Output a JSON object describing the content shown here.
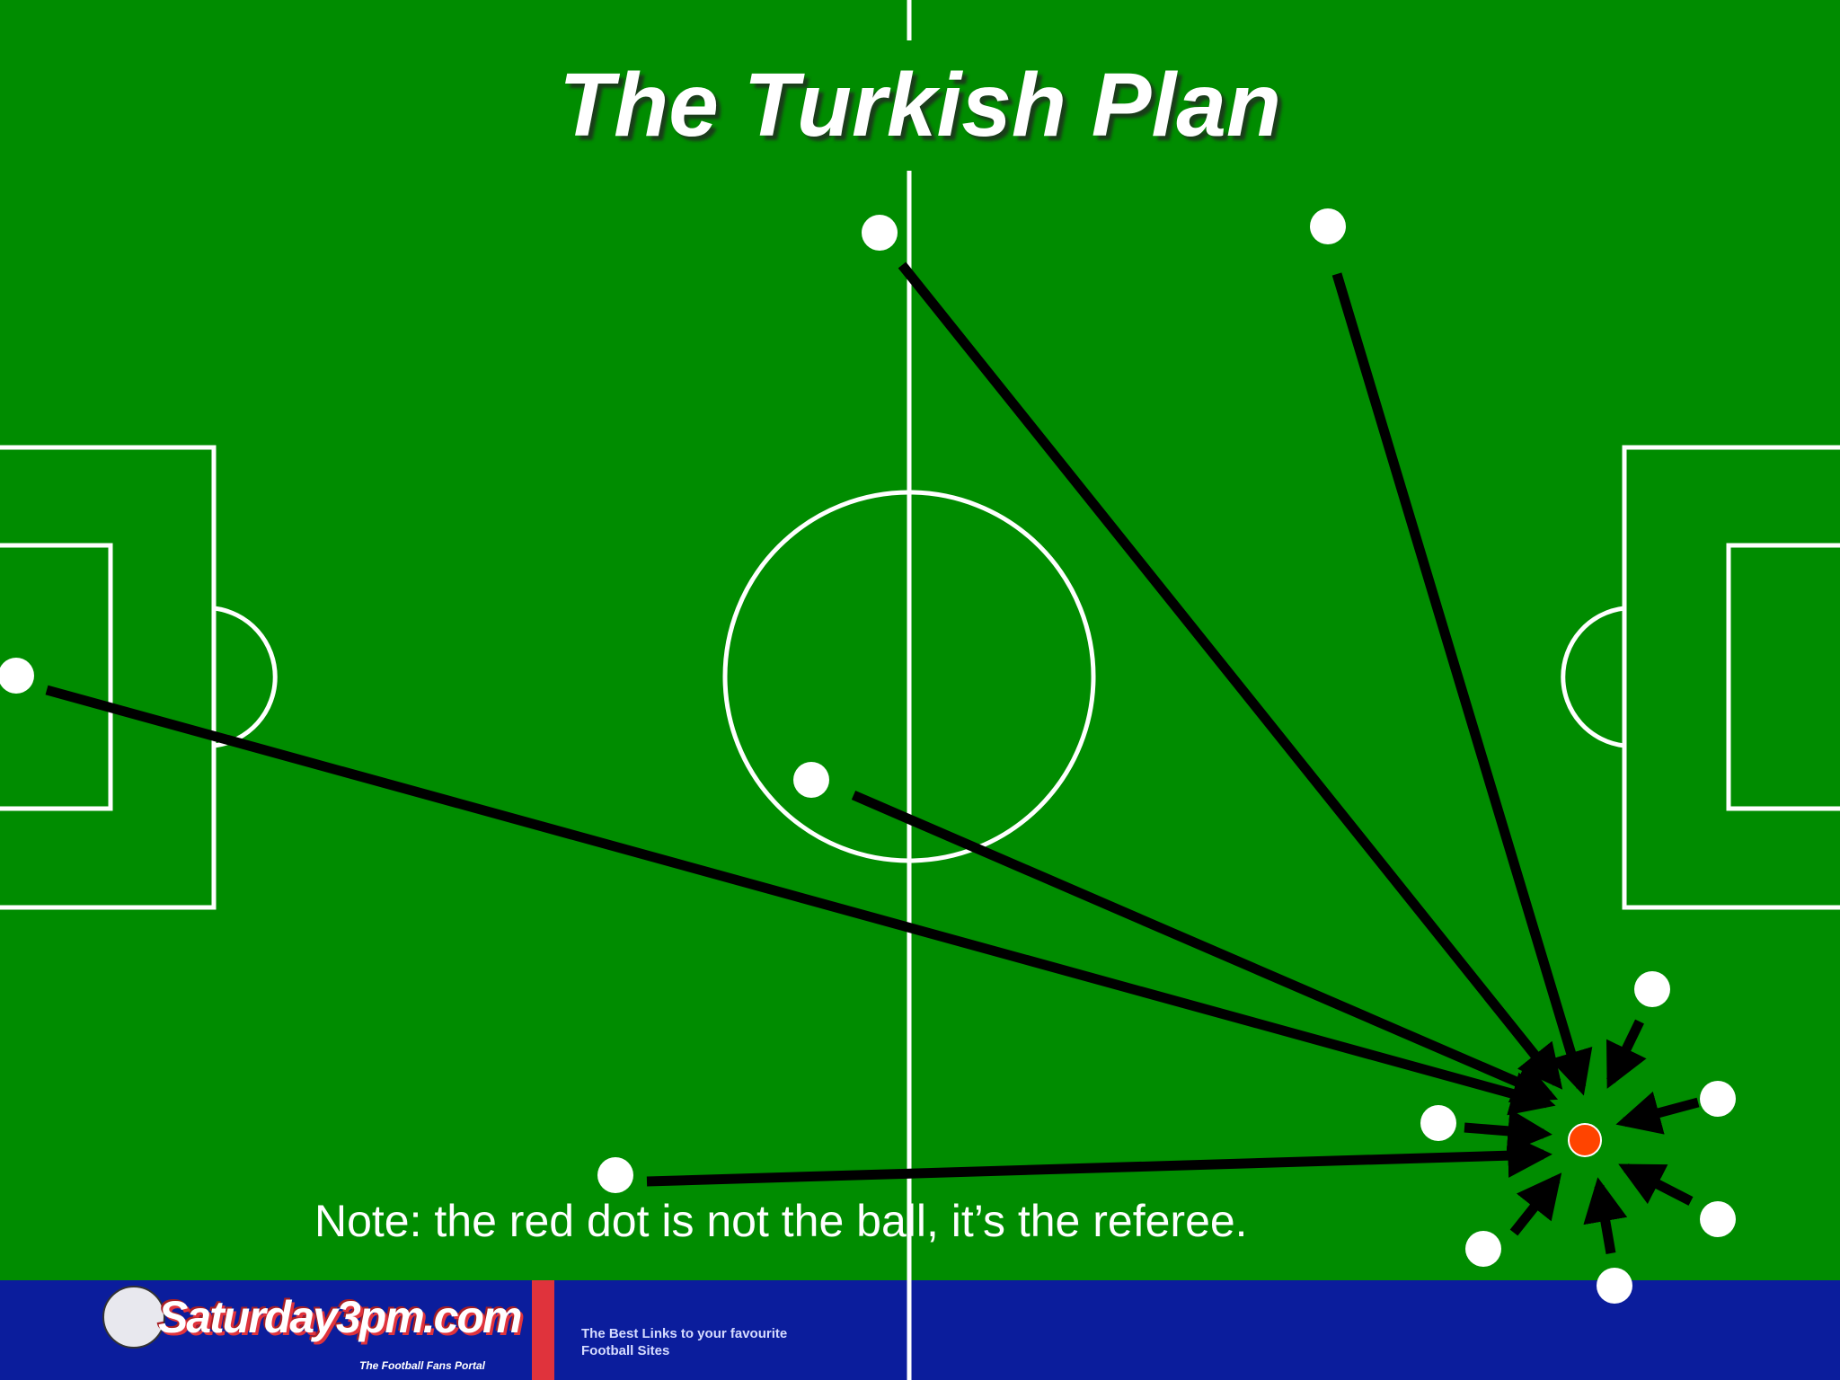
{
  "title": "The Turkish Plan",
  "note": "Note: the red dot is not the ball, it’s the referee.",
  "banner": {
    "site_name": "Saturday3pm.com",
    "site_subtitle": "The Football Fans Portal",
    "tagline": "The Best Links to your favourite Football Sites"
  },
  "colors": {
    "pitch": "#008c00",
    "lines": "#ffffff",
    "players": "#ffffff",
    "referee": "#ff4400",
    "arrows": "#000000",
    "banner_blue": "#0b1d9c",
    "banner_red": "#e0333c"
  }
}
